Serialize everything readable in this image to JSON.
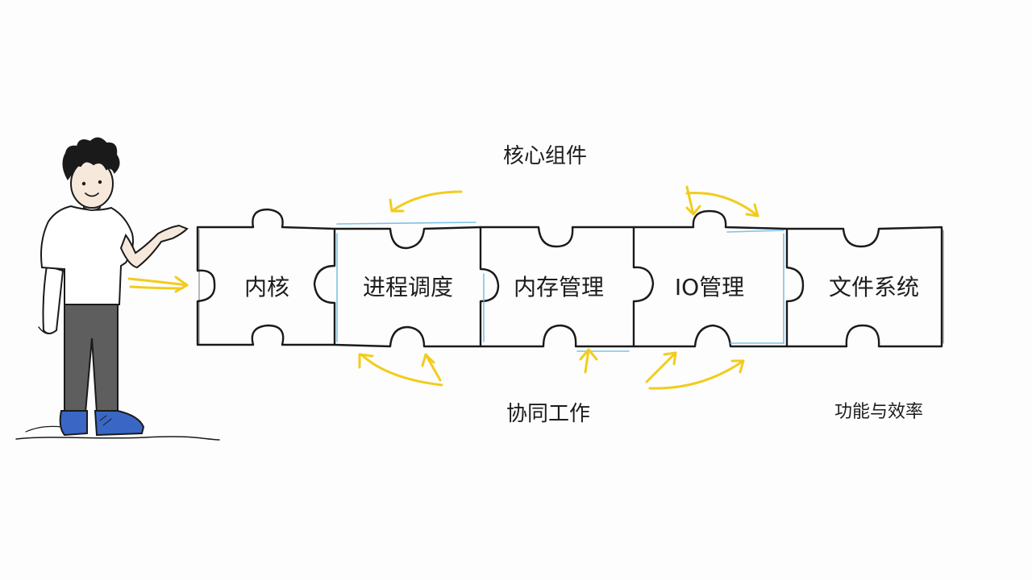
{
  "diagram": {
    "top_label": "核心组件",
    "bottom_label": "协同工作",
    "right_label": "功能与效率",
    "pieces": [
      {
        "label": "内核"
      },
      {
        "label": "进程调度"
      },
      {
        "label": "内存管理"
      },
      {
        "label": "IO管理"
      },
      {
        "label": "文件系统"
      }
    ]
  },
  "colors": {
    "ink": "#1a1a1a",
    "arrow": "#f2cc1d",
    "piece_highlight": "#5bb3e0",
    "shirt": "#ffffff",
    "pants": "#5e5e5e",
    "shoes": "#3a67c6",
    "hair": "#1a1a1a"
  },
  "icons": {
    "person": "person-pointing-icon"
  }
}
